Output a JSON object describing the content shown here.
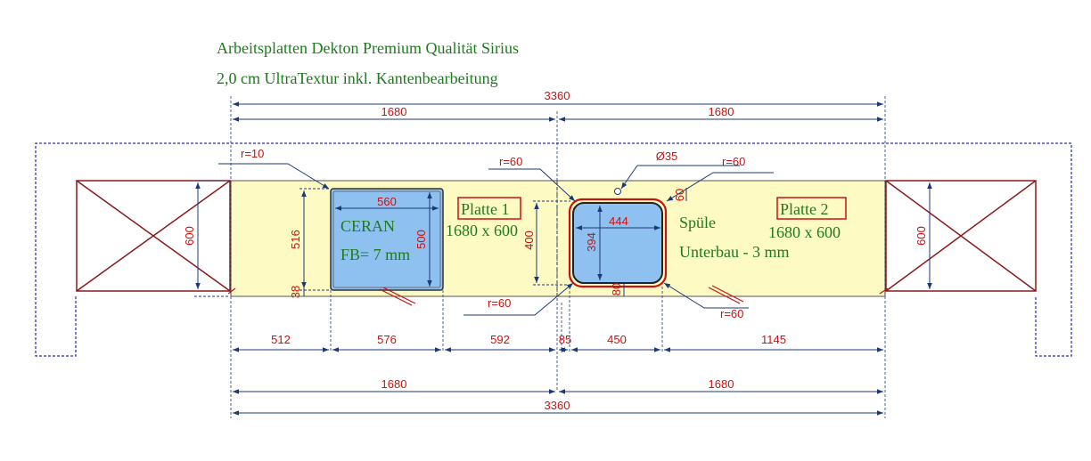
{
  "header": {
    "line1": "Arbeitsplatten Dekton Premium Qualität Sirius",
    "line2": "2,0 cm UltraTextur inkl. Kantenbearbeitung"
  },
  "colors": {
    "counter_fill": "#fdfbc3",
    "cutout_fill": "#8ec0f0",
    "dimension_line": "#1c3a7a",
    "dimension_text": "#cc1111",
    "label_text": "#1f7a1f",
    "cabinet_line": "#8a1a1a",
    "outline_dash": "#2a2ab0"
  },
  "top_dims": {
    "total": "3360",
    "left": "1680",
    "right": "1680"
  },
  "bottom_dims": {
    "segments": [
      "512",
      "576",
      "592",
      "85",
      "450",
      "1145"
    ],
    "left": "1680",
    "right": "1680",
    "total": "3360"
  },
  "side_dims": {
    "left_depth": "600",
    "right_depth": "600"
  },
  "ceran": {
    "label": "CERAN",
    "fb": "FB= 7 mm",
    "width": "560",
    "height": "500",
    "offset_depth": "516",
    "offset_front": "38",
    "radius": "r=10"
  },
  "sink": {
    "label": "Spüle",
    "mount": "Unterbau - 3 mm",
    "inner_width": "444",
    "inner_height": "394",
    "cut_height": "400",
    "top_gap": "60",
    "bottom_gap": "80",
    "hole": "Ø35",
    "radius_tl": "r=60",
    "radius_tr": "r=60",
    "radius_bl": "r=60",
    "radius_br": "r=60"
  },
  "plates": [
    {
      "name": "Platte 1",
      "size": "1680 x 600"
    },
    {
      "name": "Platte 2",
      "size": "1680 x 600"
    }
  ]
}
